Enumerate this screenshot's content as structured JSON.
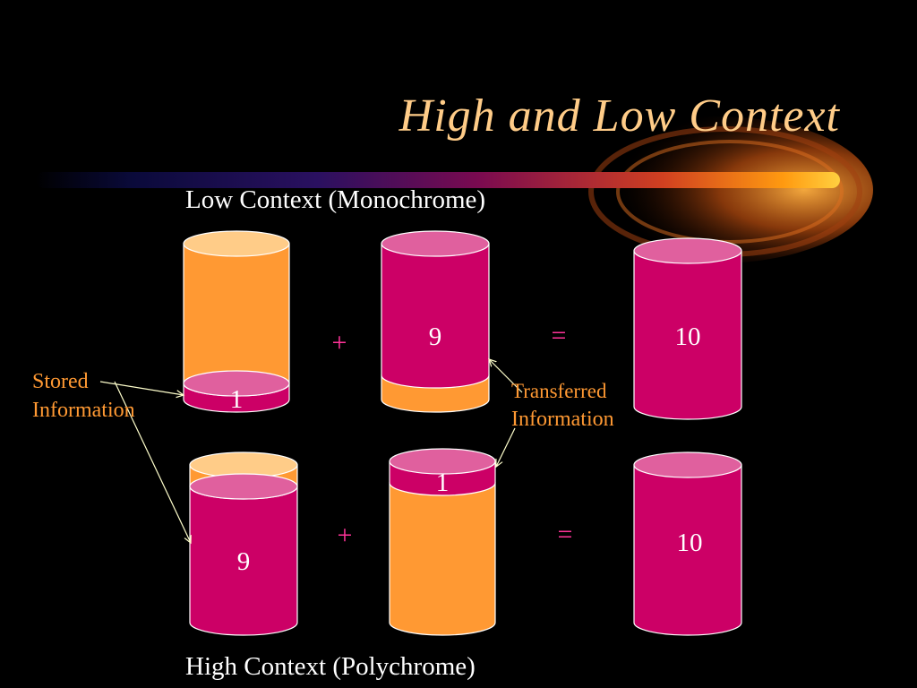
{
  "title": "High and Low Context",
  "low_context_heading": "Low Context (Monochrome)",
  "high_context_heading": "High Context (Polychrome)",
  "labels": {
    "stored_line1": "Stored",
    "stored_line2": "Information",
    "transferred_line1": "Transferred",
    "transferred_line2": "Information"
  },
  "low_row": {
    "stored_value": "1",
    "transferred_value": "9",
    "result_value": "10",
    "plus": "+",
    "equals": "="
  },
  "high_row": {
    "stored_value": "9",
    "transferred_value": "1",
    "result_value": "10",
    "plus": "+",
    "equals": "="
  },
  "colors": {
    "orange": "#FF9933",
    "orange_top": "#FFCC88",
    "magenta": "#CC0066",
    "magenta_top": "#E0609E",
    "title": "#FFCC88",
    "operator": "#FF3399",
    "label": "#FF9933"
  }
}
